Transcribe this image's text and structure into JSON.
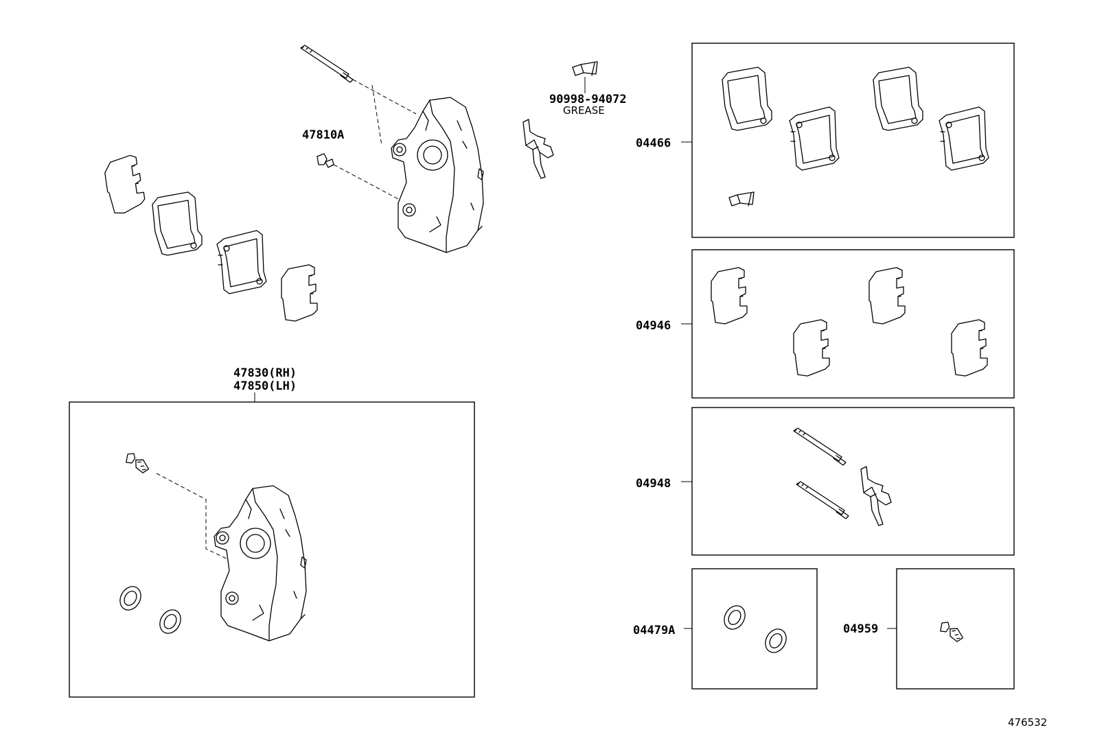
{
  "labels": {
    "grease_part": "90998-94072",
    "grease_desc": "GREASE",
    "bleeder": "47810A",
    "caliper_rh": "47830(RH)",
    "caliper_lh": "47850(LH)",
    "pad_kit": "04466",
    "shim_kit": "04946",
    "pin_kit": "04948",
    "seal_kit": "04479A",
    "plug_kit": "04959",
    "illustration_no": "476532"
  }
}
